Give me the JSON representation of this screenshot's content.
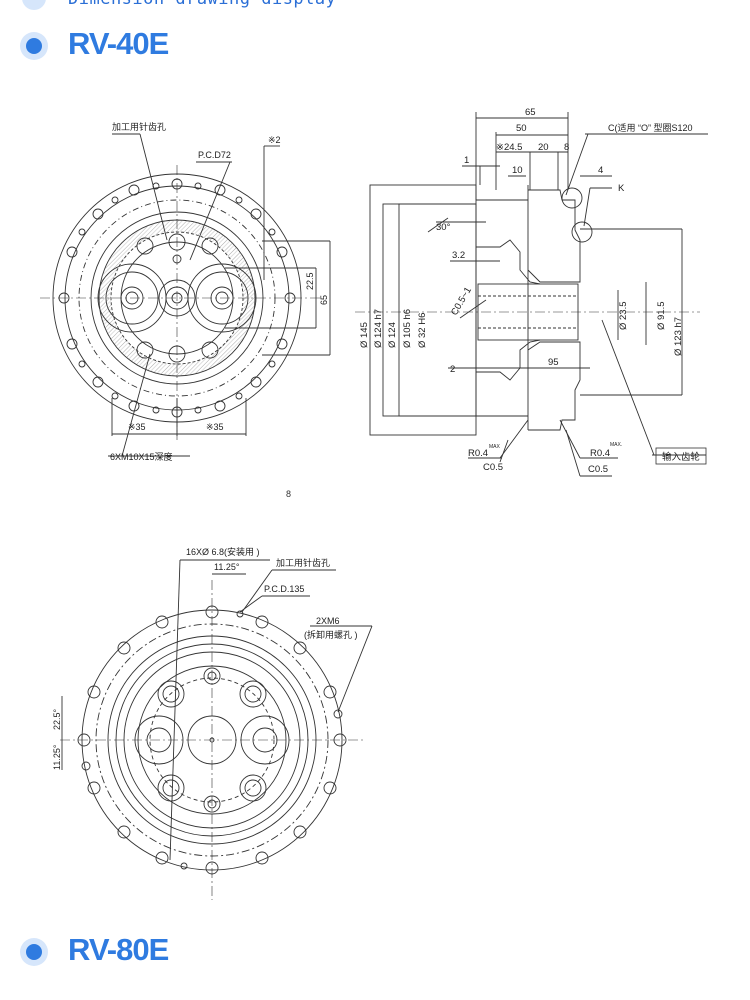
{
  "header": {
    "truncated_text": "Dimension drawing display"
  },
  "sections": [
    {
      "title": "RV-40E"
    },
    {
      "title": "RV-80E"
    }
  ],
  "drawing1": {
    "front": {
      "hole_label": "加工用针齿孔",
      "pcd": "P.C.D72",
      "mark2": "※2",
      "dim_22_5": "22.5",
      "dim_65": "65",
      "dim_35_left": "※35",
      "dim_35_right": "※35",
      "thread": "6XM10X15深度"
    },
    "side": {
      "dim_65": "65",
      "dim_50": "50",
      "dim_24_5": "※24.5",
      "dim_20": "20",
      "dim_8": "8",
      "dim_1": "1",
      "dim_10": "10",
      "dim_4": "4",
      "oring": "C(适用 “O” 型圈S120",
      "k": "K",
      "angle_30": "30°",
      "dim_3_2": "3.2",
      "c05_1": "C0.5~1",
      "dia_145": "Ø 145",
      "dia_124_h7": "Ø 124 h7",
      "dia_124": "Ø 124",
      "dia_105_h6": "Ø 105 h6",
      "dia_32_h6": "Ø 32 H6",
      "dia_23_5": "Ø 23.5",
      "dia_91_5": "Ø 91.5",
      "dia_123_h7": "Ø 123 h7",
      "dim_2": "2",
      "dim_95": "95",
      "r04_left": "R0.4",
      "r04_right": "R0.4",
      "max_left": "MAX",
      "max_right": "MAX.",
      "c05_left": "C0.5",
      "c05_right": "C0.5",
      "input_gear": "输入齿轮"
    },
    "page_number": "8"
  },
  "drawing2": {
    "holes": "16XØ 6.8(安装用 )",
    "angle_11_25_top": "11.25°",
    "hole_label": "加工用针齿孔",
    "pcd": "P.C.D.135",
    "m6": "2XM6",
    "m6_note": "(拆卸用螺孔 )",
    "angle_22_5": "22.5°",
    "angle_11_25_left": "11.25°"
  }
}
